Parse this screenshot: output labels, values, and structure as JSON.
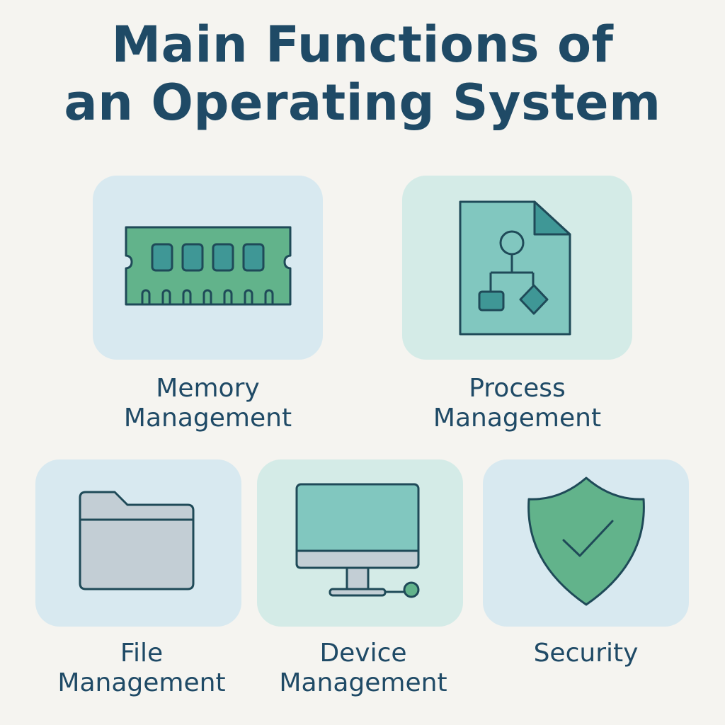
{
  "title": {
    "line1": "Main Functions of",
    "line2": "an Operating System"
  },
  "functions": [
    {
      "id": "memory",
      "line1": "Memory",
      "line2": "Management",
      "icon": "memory-module-icon"
    },
    {
      "id": "process",
      "line1": "Process",
      "line2": "Management",
      "icon": "process-flowchart-document-icon"
    },
    {
      "id": "file",
      "line1": "File",
      "line2": "Management",
      "icon": "folder-icon"
    },
    {
      "id": "device",
      "line1": "Device",
      "line2": "Management",
      "icon": "computer-monitor-icon"
    },
    {
      "id": "security",
      "line1": "Security",
      "line2": "",
      "icon": "shield-check-icon"
    }
  ],
  "colors": {
    "background": "#f5f4f0",
    "text": "#1f4a66",
    "card_blue": "#d8e9f0",
    "card_teal": "#d4ebe7",
    "green": "#62b38b",
    "teal": "#81c7bf",
    "dark_teal": "#3f9796",
    "gray": "#c3ced5",
    "stroke": "#1f4a58"
  }
}
